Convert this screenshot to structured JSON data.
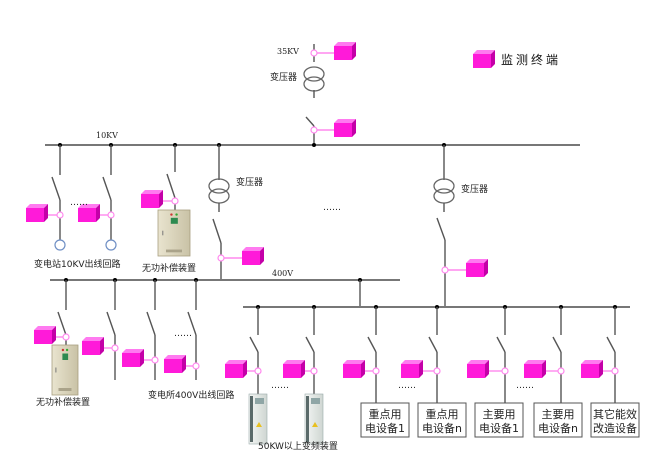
{
  "colors": {
    "terminal": "#ff1ad9",
    "terminal_side": "#c400a8",
    "terminal_top": "#ff7af0",
    "line": "#555555",
    "tap": "#ff88ee",
    "load_circle": "#6f8fc4"
  },
  "legend": {
    "icon": "monitoring-terminal-icon",
    "label": "监测终端"
  },
  "voltage_labels": {
    "hv": "35KV",
    "mv": "10KV",
    "lv": "400V"
  },
  "transformer_label": "变压器",
  "ellipsis": "……",
  "labels": {
    "feeder_10kv": "变电站10KV出线回路",
    "reactive_comp_10kv": "无功补偿装置",
    "reactive_comp_400v": "无功补偿装置",
    "feeder_400v": "变电所400V出线回路",
    "vfd": "50KW以上变频装置"
  },
  "equipment_boxes": [
    {
      "line1": "重点用",
      "line2": "电设备1"
    },
    {
      "line1": "重点用",
      "line2": "电设备n"
    },
    {
      "line1": "主要用",
      "line2": "电设备1"
    },
    {
      "line1": "主要用",
      "line2": "电设备n"
    },
    {
      "line1": "其它能效",
      "line2": "改造设备"
    }
  ]
}
